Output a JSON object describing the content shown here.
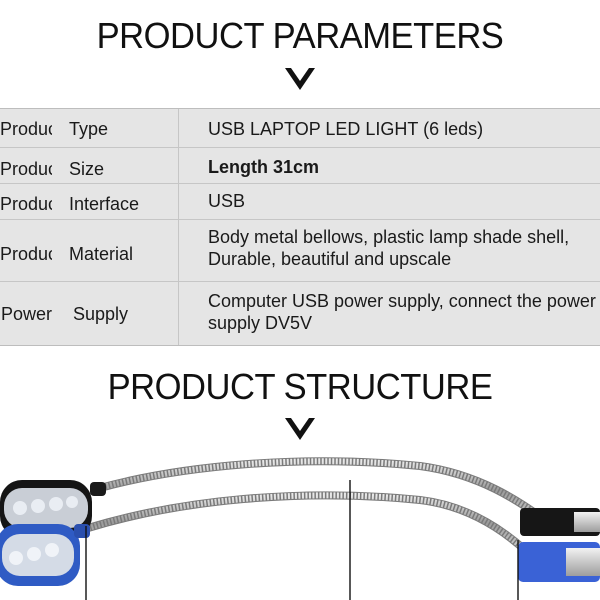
{
  "headings": {
    "parameters": "PRODUCT PARAMETERS",
    "structure": "PRODUCT STRUCTURE"
  },
  "parameters": [
    {
      "label1": "Product",
      "label2": "Type",
      "value": "USB LAPTOP  LED  LIGHT (6 leds)"
    },
    {
      "label1": "Product",
      "label2": "Size",
      "value": "Length 31cm"
    },
    {
      "label1": "Product",
      "label2": "Interface",
      "value": "USB"
    },
    {
      "label1": "Product",
      "label2": "Material",
      "value": "Body metal bellows, plastic lamp shade shell, Durable, beautiful and upscale"
    },
    {
      "label1": "Power",
      "label2": "Supply",
      "value": "Computer USB power supply, connect the power supply  DV5V"
    }
  ],
  "colors": {
    "table_bg": "#e5e5e5",
    "lamp_blue": "#2f5bc4",
    "lamp_black": "#1a1a1a",
    "usb_blue": "#3a62d6",
    "gooseneck": "#b8b8b8"
  },
  "icons": [
    "chevron-down-icon",
    "chevron-down-icon"
  ]
}
